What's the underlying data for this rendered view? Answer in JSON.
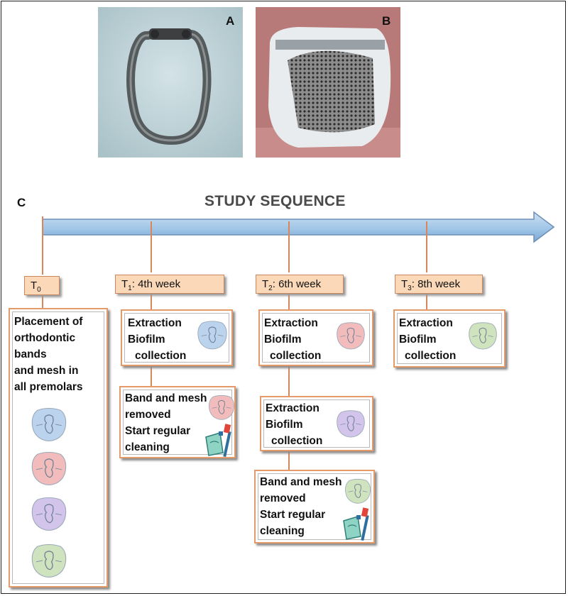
{
  "panels": {
    "a": "A",
    "b": "B",
    "c": "C"
  },
  "title": "STUDY SEQUENCE",
  "timepoints": [
    {
      "main": "T",
      "sub": "0",
      "rest": ""
    },
    {
      "main": "T",
      "sub": "1",
      "rest": ": 4th week"
    },
    {
      "main": "T",
      "sub": "2",
      "rest": ": 6th week"
    },
    {
      "main": "T",
      "sub": "3",
      "rest": ": 8th week"
    }
  ],
  "boxes": {
    "t0": [
      "Placement of",
      "orthodontic",
      "bands",
      "and mesh in",
      "all premolars"
    ],
    "t1_extraction": [
      "Extraction",
      "Biofilm",
      "collection"
    ],
    "t1_removed": [
      "Band and mesh",
      "removed",
      "Start regular",
      "cleaning"
    ],
    "t2_extraction1": [
      "Extraction",
      "Biofilm",
      "collection"
    ],
    "t2_extraction2": [
      "Extraction",
      "Biofilm",
      "collection"
    ],
    "t2_removed": [
      "Band and mesh",
      "removed",
      "Start regular",
      "cleaning"
    ],
    "t3_extraction": [
      "Extraction",
      "Biofilm",
      "collection"
    ]
  },
  "colors": {
    "arrow": "#9dc3e6",
    "connector": "#d9865a",
    "label_fill": "#fbd8b8",
    "box_border": "#e59a6a",
    "tooth_blue": "#bcd3ee",
    "tooth_red": "#f2bcbc",
    "tooth_purple": "#d2c4ea",
    "tooth_green": "#cfe3bf"
  },
  "icons": [
    "tooth-icon",
    "toothpaste-icon",
    "toothbrush-icon"
  ]
}
